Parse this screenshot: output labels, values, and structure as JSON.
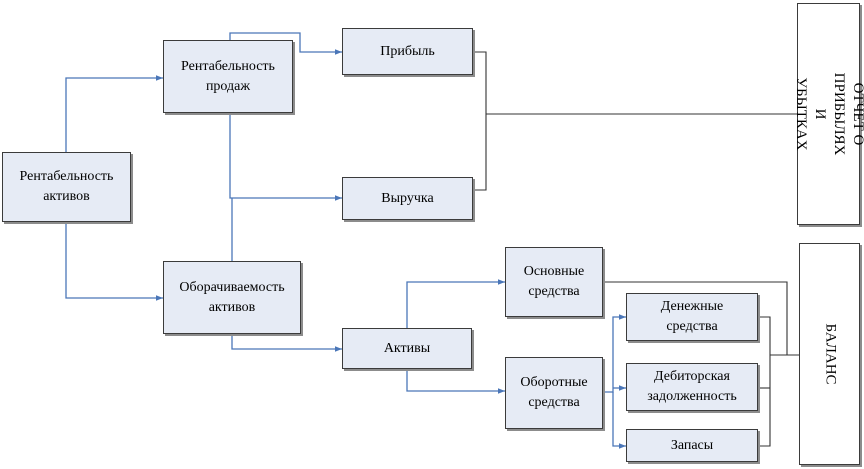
{
  "colors": {
    "box_fill": "#e6ebf5",
    "box_border": "#3b3b3b",
    "connector_blue": "#4a76b8",
    "connector_dark": "#333333"
  },
  "nodes": {
    "roa": "Рентабельность\nактивов",
    "ros": "Рентабельность\nпродаж",
    "turnover": "Оборачиваемость\nактивов",
    "profit": "Прибыль",
    "revenue": "Выручка",
    "assets": "Активы",
    "fixed_assets": "Основные\nсредства",
    "current_assets": "Оборотные\nсредства",
    "cash": "Денежные\nсредства",
    "receivables": "Дебиторская\nзадолженность",
    "inventory": "Запасы"
  },
  "reports": {
    "income_statement": "ОТЧЕТ О ПРИБЫЛЯХ И\nУБЫТКАХ",
    "balance_sheet": "БАЛАНС"
  }
}
